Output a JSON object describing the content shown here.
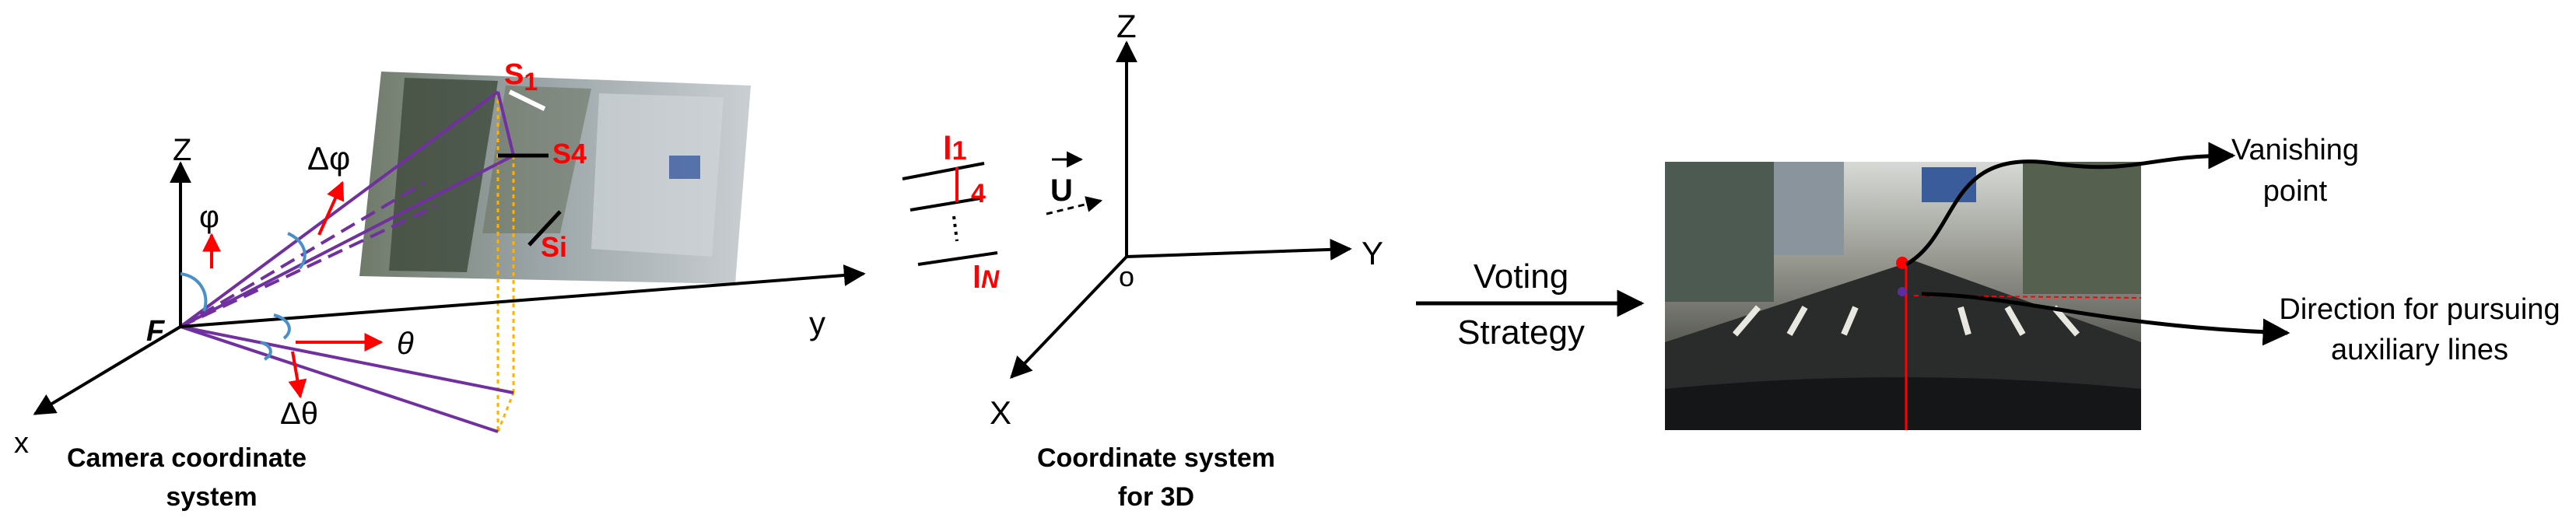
{
  "panel_camera": {
    "caption_line1": "Camera coordinate",
    "caption_line2": "system",
    "axis_x": "x",
    "axis_y": "y",
    "axis_z": "Z",
    "focal": "F",
    "phi": "φ",
    "delta_phi": "Δφ",
    "theta": "θ",
    "delta_theta": "Δθ",
    "segment_s1_main": "S",
    "segment_s1_sub": "1",
    "segment_s4": "S4",
    "segment_si": "Si"
  },
  "panel_lines": {
    "l1_main": "l",
    "l1_sub": "1",
    "l4": "4",
    "ln_main": "l",
    "ln_sub": "N",
    "vector": "U"
  },
  "panel_coord3d": {
    "caption_line1": "Coordinate system",
    "caption_line2": "for 3D",
    "axis_x": "X",
    "axis_y": "Y",
    "axis_z": "Z",
    "origin": "o"
  },
  "voting": {
    "line1": "Voting",
    "line2": "Strategy"
  },
  "panel_result": {
    "vp_line1": "Vanishing",
    "vp_line2": "point",
    "dir_line1": "Direction for pursuing",
    "dir_line2": "auxiliary lines"
  },
  "colors": {
    "purple": "#7030A0",
    "red": "#FF0000",
    "orange": "#FFB000",
    "blue": "#4A90C8",
    "black": "#000000"
  }
}
